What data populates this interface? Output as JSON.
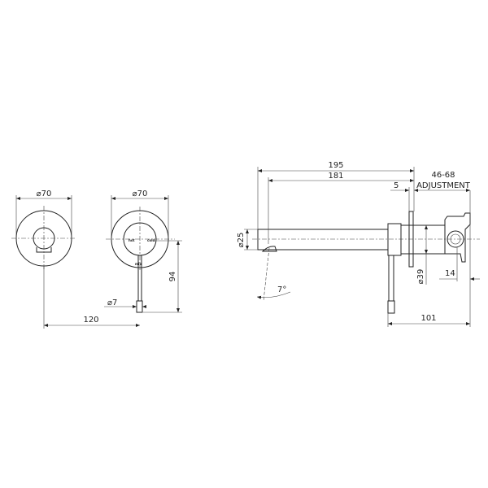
{
  "front_view_cover": {
    "diameter_label": "⌀70",
    "offset_label": "120"
  },
  "front_view_handle": {
    "diameter_label": "⌀70",
    "lever_length_label": "94",
    "lever_tip_label": "⌀7",
    "handle_marks": {
      "hot": "hot",
      "cold": "cold",
      "mix": "mix"
    }
  },
  "side_view": {
    "overall_length_label": "195",
    "spout_length_label": "181",
    "flange_thickness_label": "5",
    "adjustment_range_label": "46-68",
    "adjustment_label": "ADJUSTMENT",
    "spout_diameter_label": "⌀25",
    "body_diameter_label": "⌀39",
    "angle_label": "7°",
    "depth_label": "14",
    "body_length_label": "101"
  }
}
